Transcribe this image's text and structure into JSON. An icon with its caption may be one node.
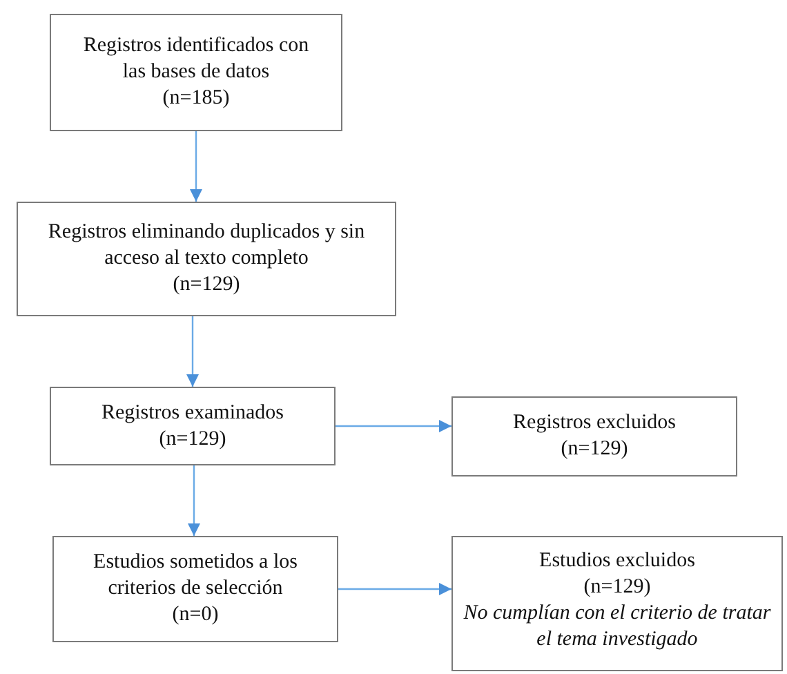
{
  "diagram": {
    "nodes": [
      {
        "text": [
          "Registros identificados con las bases de datos",
          "(n=185)"
        ]
      },
      {
        "text": [
          "Registros eliminando duplicados y sin acceso al texto completo",
          "(n=129)"
        ]
      },
      {
        "text": [
          "Registros examinados",
          "(n=129)"
        ]
      },
      {
        "text": [
          "Registros excluidos",
          "(n=129)"
        ]
      },
      {
        "text": [
          "Estudios sometidos a los criterios de selección",
          "(n=0)"
        ]
      },
      {
        "text": [
          "Estudios excluidos",
          "(n=129)",
          "No cumplían con el criterio de tratar el tema investigado"
        ]
      }
    ],
    "edges": [
      {
        "from": 0,
        "to": 1,
        "arrow": "to"
      },
      {
        "from": 1,
        "to": 2,
        "arrow": "to"
      },
      {
        "from": 2,
        "to": 3,
        "arrow": "to"
      },
      {
        "from": 2,
        "to": 4,
        "arrow": "to"
      },
      {
        "from": 4,
        "to": 5,
        "arrow": "to"
      }
    ]
  }
}
